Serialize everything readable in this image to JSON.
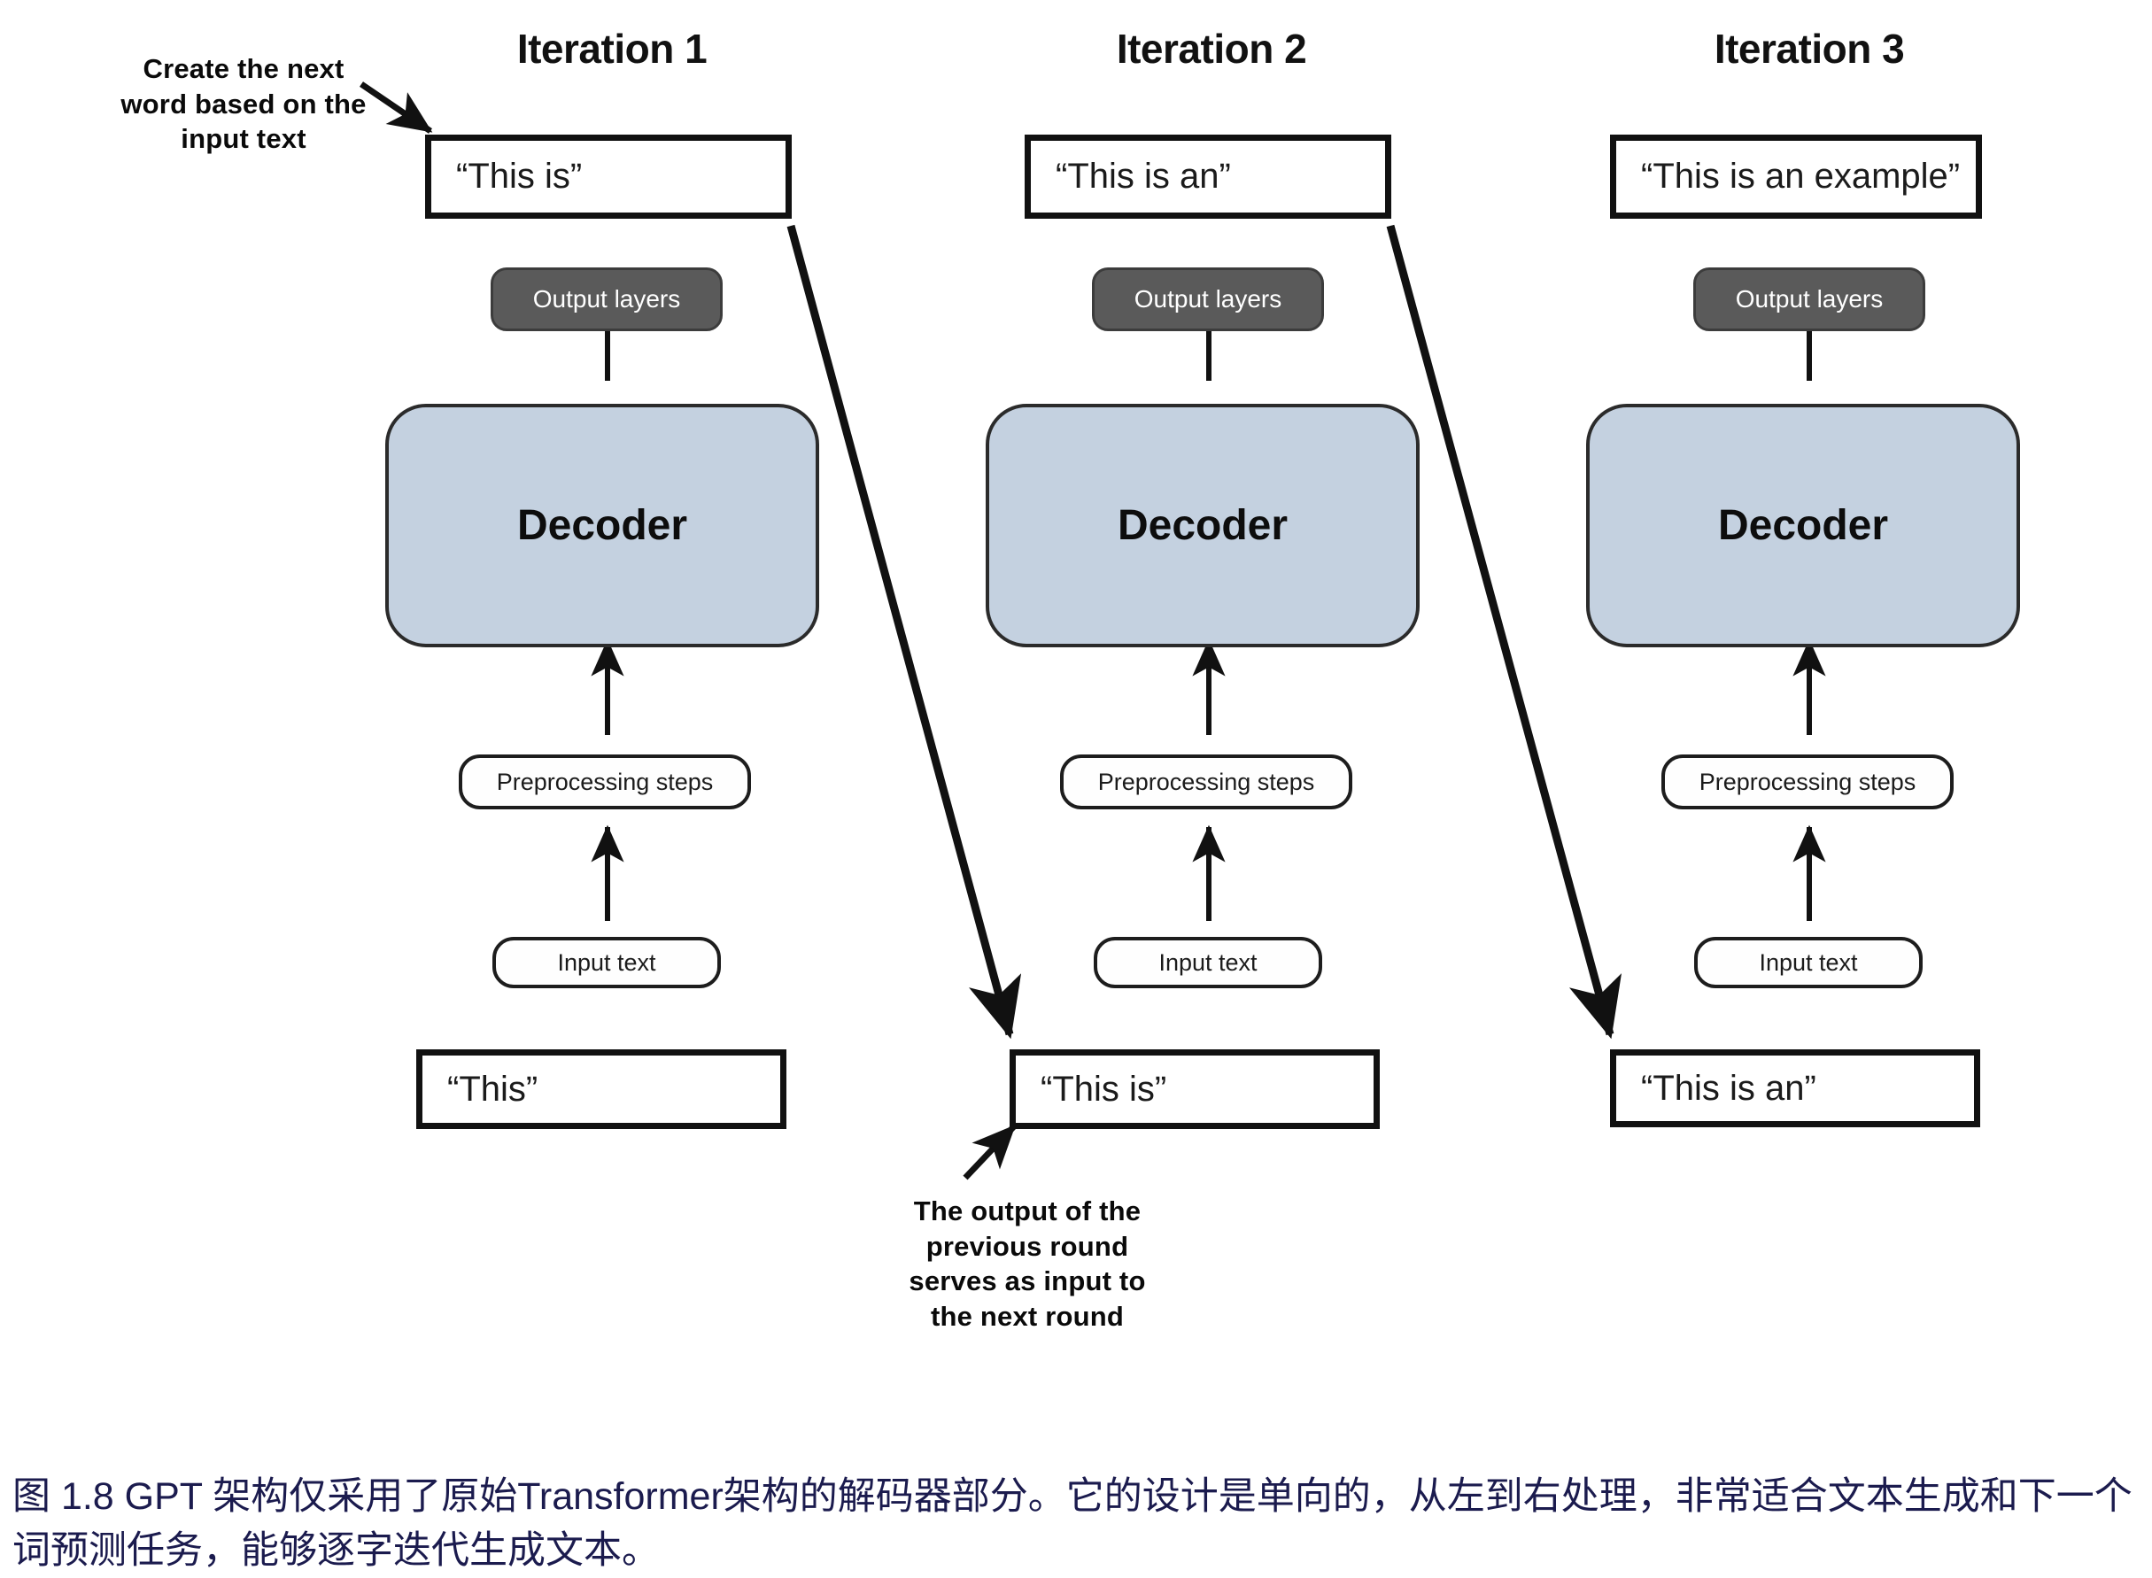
{
  "figure": {
    "caption": "图 1.8  GPT 架构仅采用了原始Transformer架构的解码器部分。它的设计是单向的，从左到右处理，非常适合文本生成和下一个词预测任务，能够逐字迭代生成文本。",
    "caption_color": "#1b1b4e",
    "background_color": "#ffffff"
  },
  "palette": {
    "decoder_fill": "#c4d1e0",
    "decoder_border": "#2b2b2b",
    "output_layers_fill": "#5a5a5a",
    "output_layers_text": "#ffffff",
    "box_border": "#111111",
    "box_fill": "#ffffff",
    "text": "#1b1b1b"
  },
  "annotations": [
    {
      "id": "create-next-word",
      "lines": [
        "Create the next",
        "word based on the",
        "input text"
      ],
      "text": "Create the next word based on the input text"
    },
    {
      "id": "output-previous-round",
      "lines": [
        "The output of the",
        "previous round",
        "serves as input to",
        "the next round"
      ],
      "text": "The output of the previous round serves as input to the next round"
    }
  ],
  "columns": [
    {
      "title": "Iteration 1",
      "output_text": "“This is”",
      "output_layers_label": "Output layers",
      "decoder_label": "Decoder",
      "preprocessing_label": "Preprocessing steps",
      "input_label": "Input text",
      "input_text": "“This”"
    },
    {
      "title": "Iteration 2",
      "output_text": "“This is an”",
      "output_layers_label": "Output layers",
      "decoder_label": "Decoder",
      "preprocessing_label": "Preprocessing steps",
      "input_label": "Input text",
      "input_text": "“This is”"
    },
    {
      "title": "Iteration 3",
      "output_text": "“This is an example”",
      "output_layers_label": "Output layers",
      "decoder_label": "Decoder",
      "preprocessing_label": "Preprocessing steps",
      "input_label": "Input text",
      "input_text": "“This is an”"
    }
  ]
}
